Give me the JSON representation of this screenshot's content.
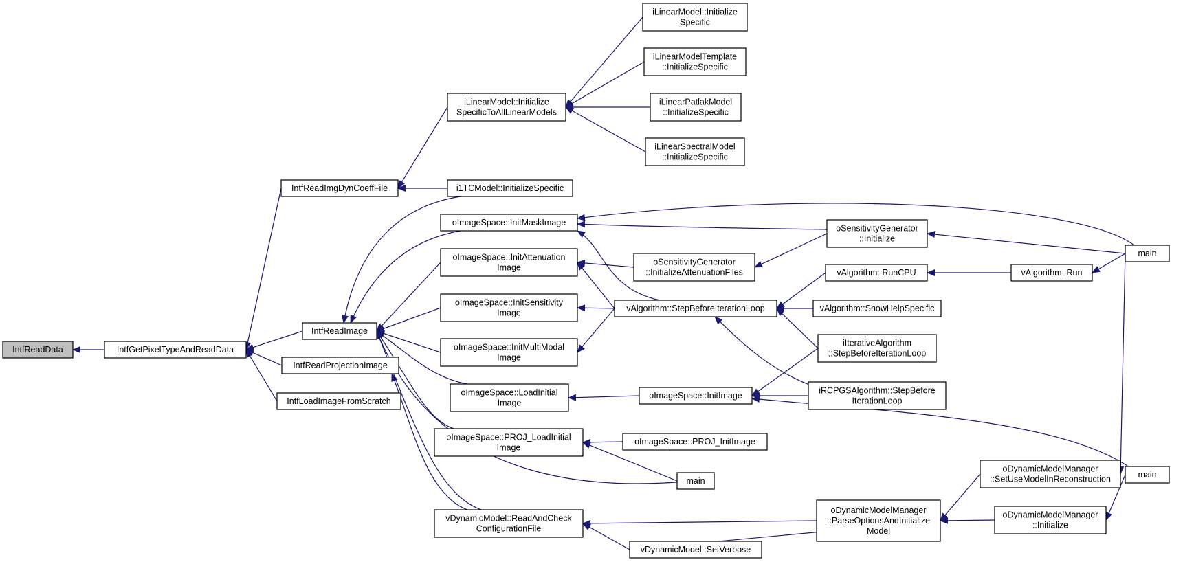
{
  "nodes": [
    {
      "id": "root",
      "lines": [
        "IntfReadData"
      ],
      "root": true
    },
    {
      "id": "getpixel",
      "lines": [
        "IntfGetPixelTypeAndReadData"
      ]
    },
    {
      "id": "readimgdyn",
      "lines": [
        "IntfReadImgDynCoeffFile"
      ]
    },
    {
      "id": "readimage",
      "lines": [
        "IntfReadImage"
      ]
    },
    {
      "id": "readproj",
      "lines": [
        "IntfReadProjectionImage"
      ]
    },
    {
      "id": "loadscratch",
      "lines": [
        "IntfLoadImageFromScratch"
      ]
    },
    {
      "id": "ilm_init_all",
      "lines": [
        "iLinearModel::Initialize",
        "SpecificToAllLinearModels"
      ]
    },
    {
      "id": "i1tc",
      "lines": [
        "i1TCModel::InitializeSpecific"
      ]
    },
    {
      "id": "ilm_spec",
      "lines": [
        "iLinearModel::Initialize",
        "Specific"
      ]
    },
    {
      "id": "ilmt_spec",
      "lines": [
        "iLinearModelTemplate",
        "::InitializeSpecific"
      ]
    },
    {
      "id": "ilpm_spec",
      "lines": [
        "iLinearPatlakModel",
        "::InitializeSpecific"
      ]
    },
    {
      "id": "ilsm_spec",
      "lines": [
        "iLinearSpectralModel",
        "::InitializeSpecific"
      ]
    },
    {
      "id": "initmask",
      "lines": [
        "oImageSpace::InitMaskImage"
      ]
    },
    {
      "id": "initatten",
      "lines": [
        "oImageSpace::InitAttenuation",
        "Image"
      ]
    },
    {
      "id": "initsens",
      "lines": [
        "oImageSpace::InitSensitivity",
        "Image"
      ]
    },
    {
      "id": "initmulti",
      "lines": [
        "oImageSpace::InitMultiModal",
        "Image"
      ]
    },
    {
      "id": "loadinitial",
      "lines": [
        "oImageSpace::LoadInitial",
        "Image"
      ]
    },
    {
      "id": "proj_loadinitial",
      "lines": [
        "oImageSpace::PROJ_LoadInitial",
        "Image"
      ]
    },
    {
      "id": "vdm_readcheck",
      "lines": [
        "vDynamicModel::ReadAndCheck",
        "ConfigurationFile"
      ]
    },
    {
      "id": "osg_initatten",
      "lines": [
        "oSensitivityGenerator",
        "::InitializeAttenuationFiles"
      ]
    },
    {
      "id": "osg_init",
      "lines": [
        "oSensitivityGenerator",
        "::Initialize"
      ]
    },
    {
      "id": "valg_stepbefore",
      "lines": [
        "vAlgorithm::StepBeforeIterationLoop"
      ]
    },
    {
      "id": "oimg_initimage",
      "lines": [
        "oImageSpace::InitImage"
      ]
    },
    {
      "id": "proj_initimage",
      "lines": [
        "oImageSpace::PROJ_InitImage"
      ]
    },
    {
      "id": "main_mid",
      "lines": [
        "main"
      ]
    },
    {
      "id": "vdm_setverbose",
      "lines": [
        "vDynamicModel::SetVerbose"
      ]
    },
    {
      "id": "valg_runcpu",
      "lines": [
        "vAlgorithm::RunCPU"
      ]
    },
    {
      "id": "valg_showhelp",
      "lines": [
        "vAlgorithm::ShowHelpSpecific"
      ]
    },
    {
      "id": "iter_stepbefore",
      "lines": [
        "iIterativeAlgorithm",
        "::StepBeforeIterationLoop"
      ]
    },
    {
      "id": "rcpgs_stepbefore",
      "lines": [
        "iRCPGSAlgorithm::StepBefore",
        "IterationLoop"
      ]
    },
    {
      "id": "odmm_parse",
      "lines": [
        "oDynamicModelManager",
        "::ParseOptionsAndInitialize",
        "Model"
      ]
    },
    {
      "id": "valg_run",
      "lines": [
        "vAlgorithm::Run"
      ]
    },
    {
      "id": "odmm_setuse",
      "lines": [
        "oDynamicModelManager",
        "::SetUseModelInReconstruction"
      ]
    },
    {
      "id": "odmm_init",
      "lines": [
        "oDynamicModelManager",
        "::Initialize"
      ]
    },
    {
      "id": "main_top",
      "lines": [
        "main"
      ]
    },
    {
      "id": "main_bottom",
      "lines": [
        "main"
      ]
    }
  ],
  "edges": [
    {
      "from": "getpixel",
      "to": "root"
    },
    {
      "from": "readimgdyn",
      "to": "getpixel"
    },
    {
      "from": "readimage",
      "to": "getpixel"
    },
    {
      "from": "readproj",
      "to": "getpixel"
    },
    {
      "from": "loadscratch",
      "to": "getpixel"
    },
    {
      "from": "ilm_init_all",
      "to": "readimgdyn"
    },
    {
      "from": "i1tc",
      "to": "readimgdyn"
    },
    {
      "from": "ilm_spec",
      "to": "ilm_init_all"
    },
    {
      "from": "ilmt_spec",
      "to": "ilm_init_all"
    },
    {
      "from": "ilpm_spec",
      "to": "ilm_init_all"
    },
    {
      "from": "ilsm_spec",
      "to": "ilm_init_all"
    },
    {
      "from": "i1tc",
      "to": "readimage"
    },
    {
      "from": "initmask",
      "to": "readimage"
    },
    {
      "from": "initatten",
      "to": "readimage"
    },
    {
      "from": "initsens",
      "to": "readimage"
    },
    {
      "from": "initmulti",
      "to": "readimage"
    },
    {
      "from": "loadinitial",
      "to": "readimage"
    },
    {
      "from": "proj_loadinitial",
      "to": "readimage"
    },
    {
      "from": "main_mid",
      "to": "readimage"
    },
    {
      "from": "vdm_readcheck",
      "to": "readimage"
    },
    {
      "from": "vdm_readcheck",
      "to": "readproj"
    },
    {
      "from": "main_top",
      "to": "initmask"
    },
    {
      "from": "osg_init",
      "to": "initmask"
    },
    {
      "from": "valg_stepbefore",
      "to": "initmask"
    },
    {
      "from": "osg_initatten",
      "to": "initatten"
    },
    {
      "from": "valg_stepbefore",
      "to": "initatten"
    },
    {
      "from": "valg_stepbefore",
      "to": "initsens"
    },
    {
      "from": "valg_stepbefore",
      "to": "initmulti"
    },
    {
      "from": "oimg_initimage",
      "to": "loadinitial"
    },
    {
      "from": "proj_initimage",
      "to": "proj_loadinitial"
    },
    {
      "from": "main_mid",
      "to": "proj_loadinitial"
    },
    {
      "from": "odmm_parse",
      "to": "vdm_readcheck"
    },
    {
      "from": "vdm_setverbose",
      "to": "vdm_readcheck"
    },
    {
      "from": "osg_init",
      "to": "osg_initatten"
    },
    {
      "from": "main_top",
      "to": "osg_init"
    },
    {
      "from": "valg_runcpu",
      "to": "valg_stepbefore"
    },
    {
      "from": "valg_showhelp",
      "to": "valg_stepbefore"
    },
    {
      "from": "iter_stepbefore",
      "to": "valg_stepbefore"
    },
    {
      "from": "rcpgs_stepbefore",
      "to": "valg_stepbefore"
    },
    {
      "from": "iter_stepbefore",
      "to": "oimg_initimage"
    },
    {
      "from": "rcpgs_stepbefore",
      "to": "oimg_initimage"
    },
    {
      "from": "main_bottom",
      "to": "oimg_initimage"
    },
    {
      "from": "valg_run",
      "to": "valg_runcpu"
    },
    {
      "from": "main_top",
      "to": "valg_run"
    },
    {
      "from": "odmm_setuse",
      "to": "odmm_parse"
    },
    {
      "from": "odmm_init",
      "to": "odmm_parse"
    },
    {
      "from": "vdm_setverbose",
      "to": "odmm_parse"
    },
    {
      "from": "main_top",
      "to": "odmm_setuse"
    },
    {
      "from": "main_bottom",
      "to": "odmm_init"
    }
  ]
}
